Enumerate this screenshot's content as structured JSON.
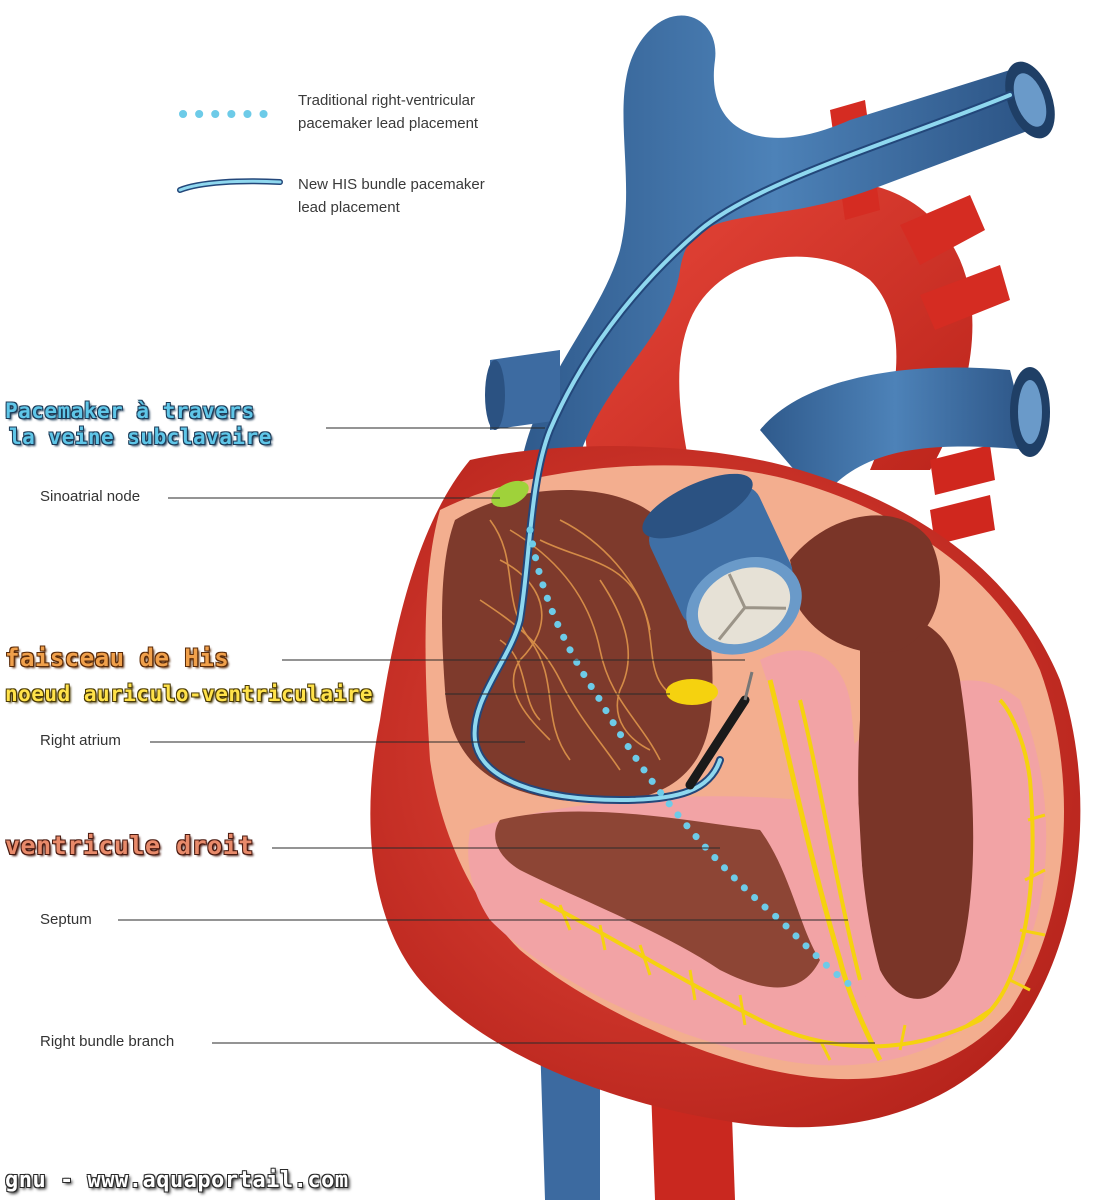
{
  "legend": {
    "traditional": {
      "line1": "Traditional right-ventricular",
      "line2": "pacemaker lead placement"
    },
    "his_bundle": {
      "line1": "New HIS bundle pacemaker",
      "line2": "lead placement"
    }
  },
  "labels": {
    "pacemaker_subclavian": {
      "line1": "Pacemaker à travers",
      "line2": "la veine subclavaire"
    },
    "sinoatrial_node": "Sinoatrial node",
    "bundle_of_his_fr": "faisceau de His",
    "av_node_fr": "noeud auriculo-ventriculaire",
    "right_atrium": "Right atrium",
    "right_ventricle_fr": "ventricule droit",
    "septum": "Septum",
    "right_bundle_branch": "Right bundle branch"
  },
  "credit": "gnu - www.aquaportail.com",
  "colors": {
    "vein_blue": "#3f6fa5",
    "artery_red": "#d9322a",
    "lead_blue": "#6dcbe8",
    "node_yellow": "#f5d20f",
    "sa_node_green": "#9fd23a",
    "chamber_brown": "#7a3b2c"
  }
}
